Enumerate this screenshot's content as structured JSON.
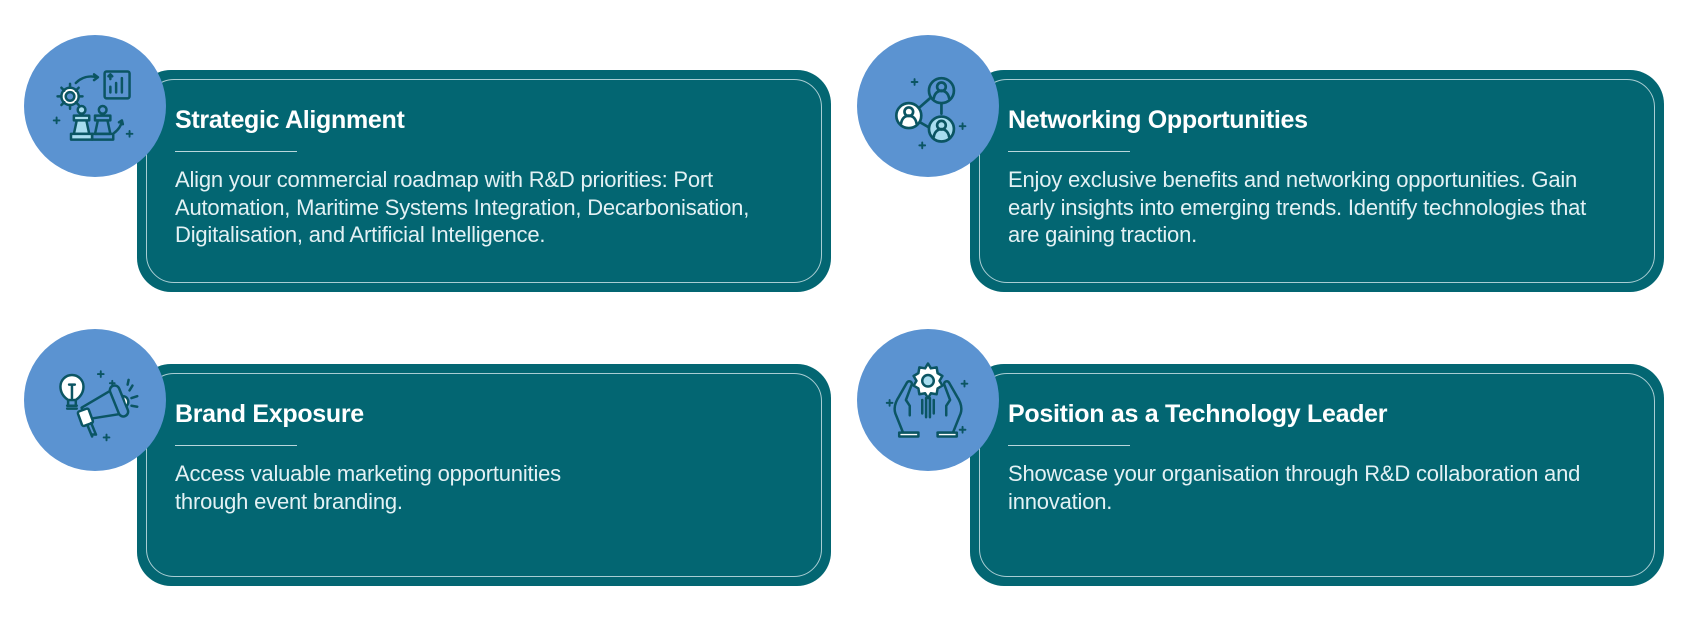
{
  "theme": {
    "card_color": "#036672",
    "circle_color": "#5b93d1",
    "icon_stroke": "#0b5563",
    "icon_fill_light": "#a8dcef",
    "title_color": "#ffffff",
    "text_color": "#e3f1f4"
  },
  "cards": [
    {
      "title": "Strategic Alignment",
      "description": "Align your commercial roadmap with R&D priorities: Port Automation, Maritime Systems Integration, Decarbonisation, Digitalisation, and Artificial Intelligence.",
      "icon": "strategy-chess-icon"
    },
    {
      "title": "Networking Opportunities",
      "description": "Enjoy exclusive benefits and networking opportunities. Gain early insights into emerging trends. Identify technologies that are gaining traction.",
      "icon": "network-people-icon"
    },
    {
      "title": "Brand Exposure",
      "description": "Access valuable marketing opportunities through event branding.",
      "icon": "megaphone-icon"
    },
    {
      "title": "Position as a Technology Leader",
      "description": "Showcase your organisation through R&D collaboration and innovation.",
      "icon": "hands-gear-icon"
    }
  ]
}
